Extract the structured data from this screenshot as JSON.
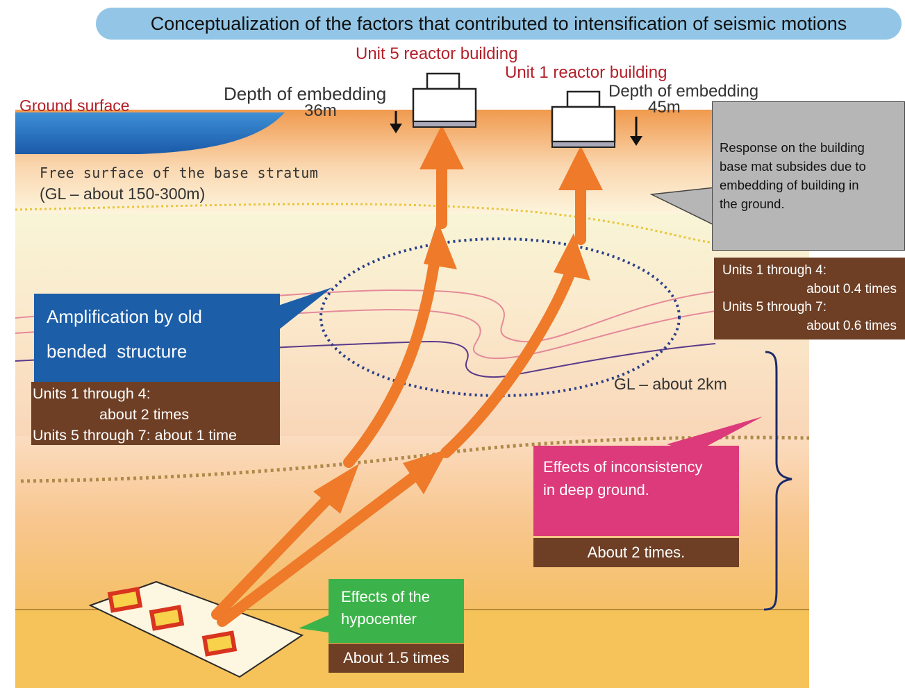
{
  "title": "Conceptualization of the factors that contributed to intensification of seismic motions",
  "labels": {
    "ground_surface": "Ground surface",
    "unit5_building": "Unit 5 reactor building",
    "unit1_building": "Unit 1 reactor building",
    "depth_embedding_left": "Depth of embedding",
    "depth_left_value": "36m",
    "depth_embedding_right": "Depth of embedding",
    "depth_right_value": "45m",
    "free_surface_line1": "Free surface of the base stratum",
    "free_surface_line2": "(GL – about 150-300m)",
    "gl_2km": "GL – about 2km"
  },
  "callouts": {
    "response": {
      "text_lines": [
        "Response on the building",
        "base mat subsides due to",
        "embedding of building in",
        "the ground."
      ],
      "values": [
        "Units 1 through 4:",
        "about 0.4 times",
        "Units 5 through 7:",
        "about 0.6 times"
      ]
    },
    "amplification": {
      "text_lines": [
        "Amplification by old",
        "bended  structure"
      ],
      "values": [
        "Units 1 through 4:",
        "about 2 times",
        "Units 5 through 7: about 1 time"
      ]
    },
    "inconsistency": {
      "text_lines": [
        "Effects of inconsistency",
        "in deep ground."
      ],
      "value": "About 2 times."
    },
    "hypocenter": {
      "text_lines": [
        "Effects of the",
        "hypocenter"
      ],
      "value": "About 1.5 times"
    }
  },
  "colors": {
    "title_bg": "#93c6e6",
    "sea": "#1f6fb8",
    "ground_top": "#f3a05a",
    "arrow": "#ee7a2a",
    "callout_blue": "#1c5ea8",
    "callout_pink": "#dc3a7a",
    "callout_green": "#3cb34a",
    "callout_gray": "#b6b6b6",
    "value_brown": "#6e3f25"
  }
}
